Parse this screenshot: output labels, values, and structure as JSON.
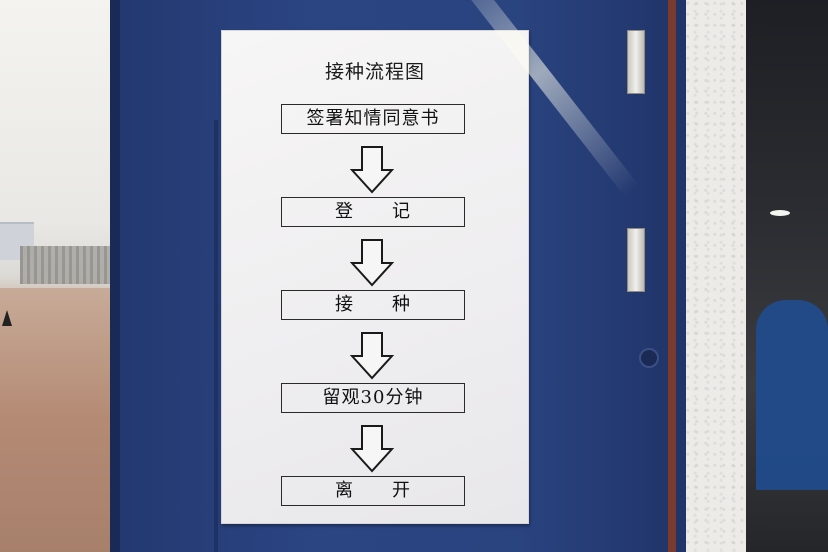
{
  "poster": {
    "title": "接种流程图",
    "steps": [
      {
        "label": "签署知情同意书"
      },
      {
        "label": "登　　记"
      },
      {
        "label": "接　　种"
      },
      {
        "label": "留观30分钟"
      },
      {
        "label": "离　　开"
      }
    ],
    "arrow_icon": "down-arrow-icon"
  },
  "colors": {
    "door": "#2b4583",
    "poster": "#f2f1f3",
    "ink": "#1a1a1a"
  }
}
